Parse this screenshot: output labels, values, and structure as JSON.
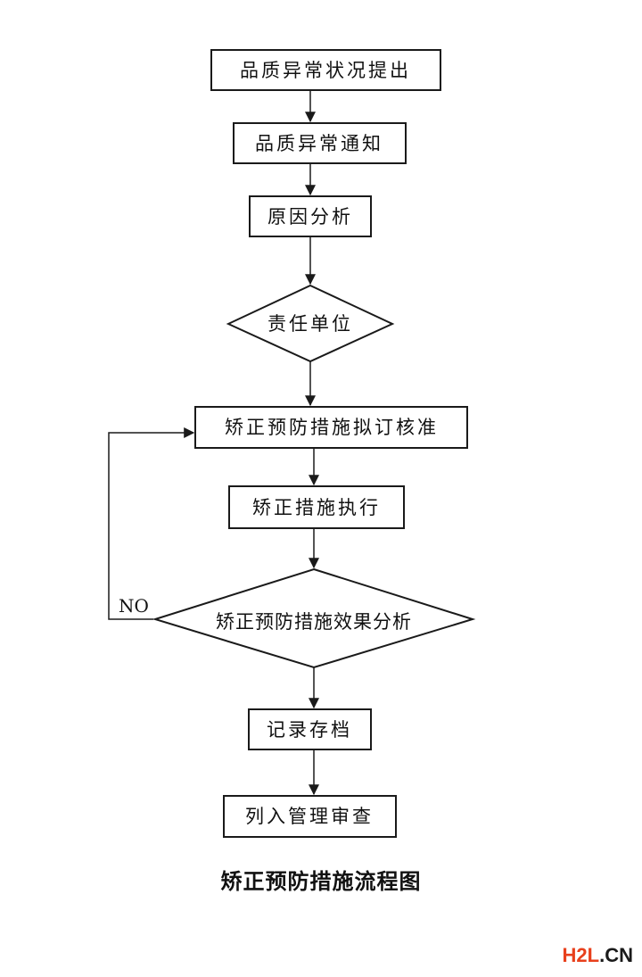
{
  "nodes": {
    "n1": "品质异常状况提出",
    "n2": "品质异常通知",
    "n3": "原因分析",
    "n4": "责任单位",
    "n5": "矫正预防措施拟订核准",
    "n6": "矫正措施执行",
    "n7": "矫正预防措施效果分析",
    "n8": "记录存档",
    "n9": "列入管理审查"
  },
  "edge_labels": {
    "loop": "NO"
  },
  "caption": "矫正预防措施流程图",
  "watermark": {
    "main": "H2L",
    "suffix": ".CN"
  }
}
